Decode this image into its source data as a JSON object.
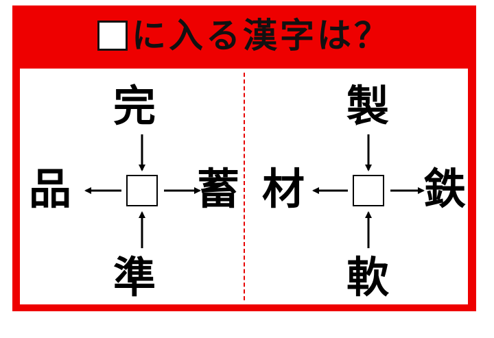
{
  "title": {
    "text": "に入る漢字は？",
    "box_icon": "blank-square-icon"
  },
  "colors": {
    "frame": "#ee0000",
    "divider": "#e60000",
    "text": "#000000"
  },
  "puzzles": [
    {
      "top": "完",
      "left": "品",
      "right": "蓄",
      "bottom": "準"
    },
    {
      "top": "製",
      "left": "材",
      "right": "鉄",
      "bottom": "軟"
    }
  ]
}
